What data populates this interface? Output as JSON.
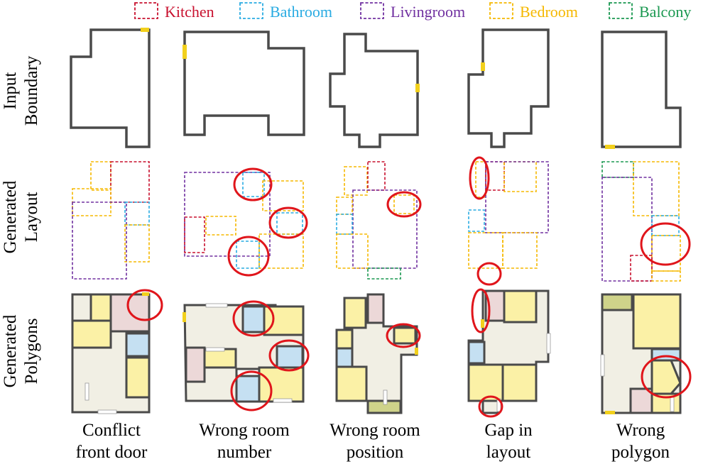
{
  "legend": [
    {
      "label": "Kitchen",
      "color": "#c8102e"
    },
    {
      "label": "Bathroom",
      "color": "#29abe2"
    },
    {
      "label": "Livingroom",
      "color": "#7030a0"
    },
    {
      "label": "Bedroom",
      "color": "#f5b800"
    },
    {
      "label": "Balcony",
      "color": "#1a9850"
    }
  ],
  "rows": [
    {
      "line1": "Input",
      "line2": "Boundary"
    },
    {
      "line1": "Generated",
      "line2": "Layout"
    },
    {
      "line1": "Generated",
      "line2": "Polygons"
    }
  ],
  "columns": [
    {
      "line1": "Conflict",
      "line2": "front door"
    },
    {
      "line1": "Wrong room",
      "line2": "number"
    },
    {
      "line1": "Wrong room",
      "line2": "position"
    },
    {
      "line1": "Gap in",
      "line2": "layout"
    },
    {
      "line1": "Wrong",
      "line2": "polygon"
    }
  ],
  "colors": {
    "wall": "#4a4a4a",
    "door": "#f2d01c",
    "highlight": "#e0151b",
    "living_fill": "#f1efe4",
    "bedroom_fill": "#fbf1a6",
    "bathroom_fill": "#c5e0f2",
    "kitchen_fill": "#ecd8d8",
    "balcony_fill": "#cfd38a"
  }
}
